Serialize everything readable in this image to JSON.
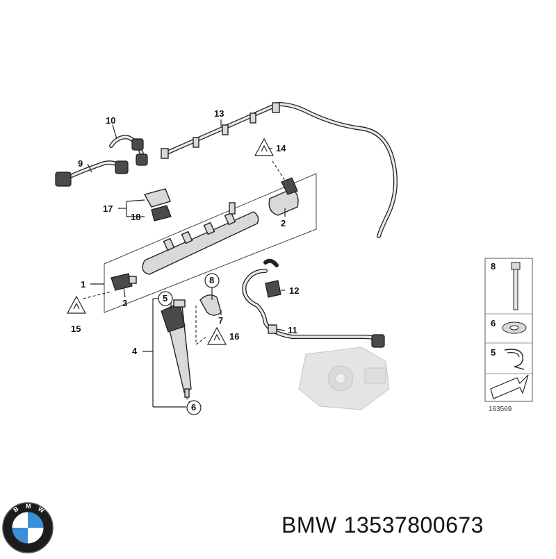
{
  "callouts": {
    "c1": "1",
    "c2": "2",
    "c3": "3",
    "c4": "4",
    "c5": "5",
    "c6": "6",
    "c7": "7",
    "c8": "8",
    "c9": "9",
    "c10": "10",
    "c11": "11",
    "c12": "12",
    "c13": "13",
    "c14": "14",
    "c15": "15",
    "c16": "16",
    "c17": "17",
    "c18": "18"
  },
  "legend": {
    "item8": "8",
    "item6": "6",
    "item5": "5",
    "diagram_number": "163569"
  },
  "footer": {
    "brand": "BMW",
    "part_number": "13537800673"
  },
  "colors": {
    "line": "#222222",
    "part_fill": "#d9d9d9",
    "pump_fill": "#cfcfcf",
    "logo_blue": "#3a8fd6"
  },
  "icons": [
    "warning-triangle-icon",
    "bmw-logo-icon",
    "arrow-icon"
  ]
}
